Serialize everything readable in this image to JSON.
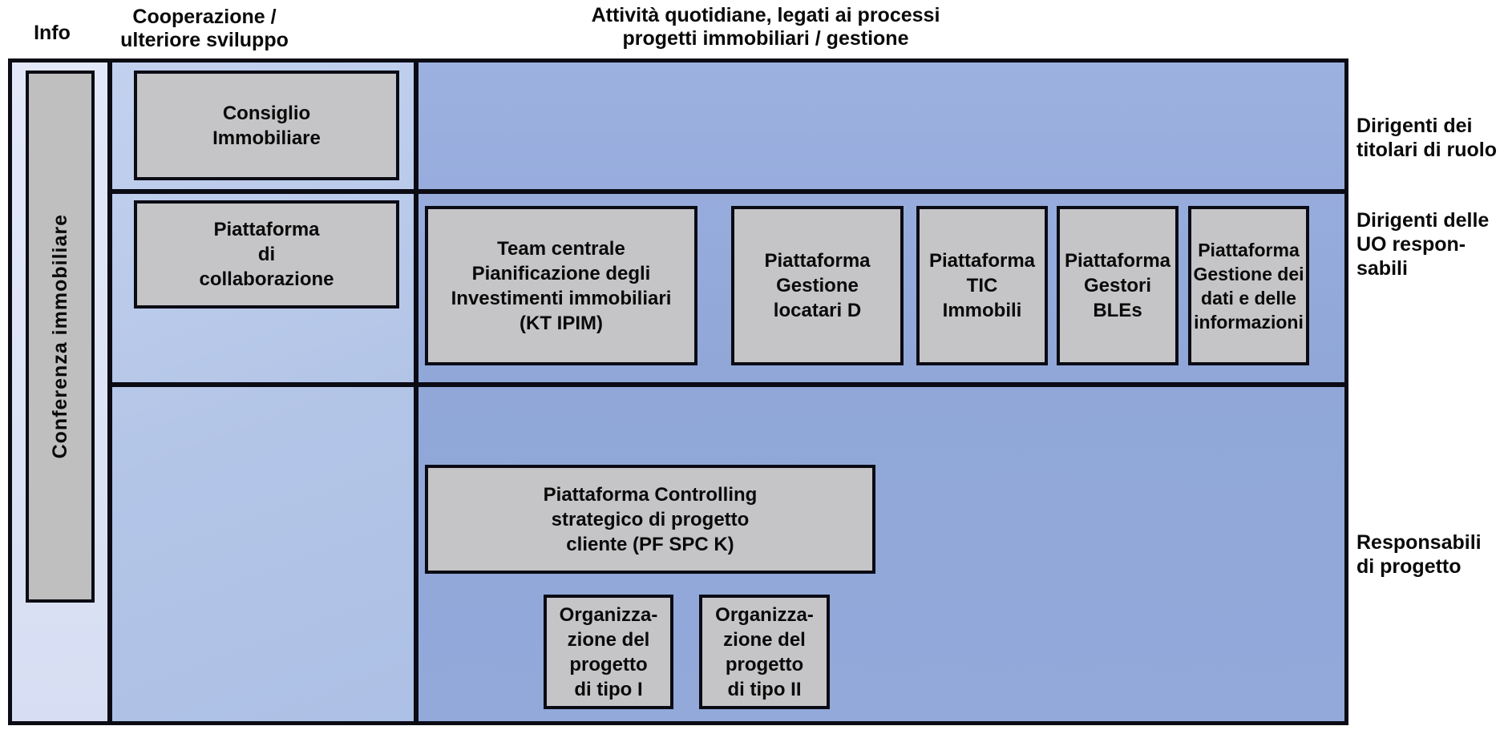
{
  "headers": {
    "info": "Info",
    "cooperation": "Cooperazione /\nulteriore sviluppo",
    "daily_activities": "Attività quotidiane, legati ai processi\nprogetti immobiliari / gestione"
  },
  "info_column": {
    "vertical_label": "Conferenza immobiliare"
  },
  "cooperation_column": {
    "boxes": [
      {
        "label": "Consiglio\nImmobiliare"
      },
      {
        "label": "Piattaforma\ndi\ncollaborazione"
      }
    ]
  },
  "main_area": {
    "row2_boxes": [
      {
        "label": "Team centrale\nPianificazione degli\nInvestimenti immobiliari\n(KT IPIM)"
      },
      {
        "label": "Piattaforma\nGestione\nlocatari D"
      },
      {
        "label": "Piattaforma\nTIC\nImmobili"
      },
      {
        "label": "Piattaforma\nGestori\nBLEs"
      },
      {
        "label": "Piattaforma\nGestione dei\ndati e delle\ninformazioni"
      }
    ],
    "row3_boxes": [
      {
        "label": "Piattaforma Controlling\nstrategico di progetto\ncliente (PF SPC K)"
      },
      {
        "label": "Organizza-\nzione del\nprogetto\ndi tipo I"
      },
      {
        "label": "Organizza-\nzione del\nprogetto\ndi tipo II"
      }
    ]
  },
  "right_labels": [
    {
      "label": "Dirigenti dei\ntitolari di ruolo"
    },
    {
      "label": "Dirigenti delle\nUO respon-\nsabili"
    },
    {
      "label": "Responsabili\ndi progetto"
    }
  ],
  "colors": {
    "info_column_bg": "#dce3f6",
    "cooperation_column_bg": "#b6c8ea",
    "main_area_bg": "#93a9da",
    "box_gray": "#c5c5c7",
    "border_black": "#0b0b14",
    "text": "#0a0a0a"
  }
}
